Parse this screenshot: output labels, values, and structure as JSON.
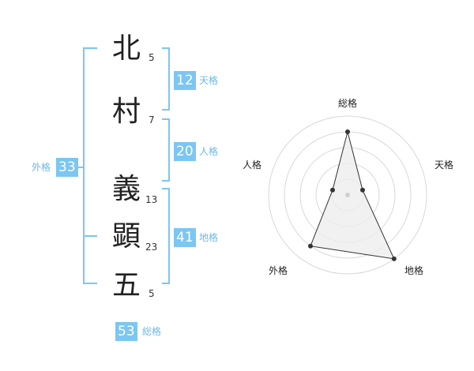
{
  "characters": [
    {
      "char": "北",
      "strokes": "5"
    },
    {
      "char": "村",
      "strokes": "7"
    },
    {
      "char": "義",
      "strokes": "13"
    },
    {
      "char": "顕",
      "strokes": "23"
    },
    {
      "char": "五",
      "strokes": "5"
    }
  ],
  "kakusu": {
    "tenkaku": {
      "value": "12",
      "label": "天格"
    },
    "jinkaku": {
      "value": "20",
      "label": "人格"
    },
    "chikaku": {
      "value": "41",
      "label": "地格"
    },
    "gaikaku": {
      "value": "33",
      "label": "外格"
    },
    "soukaku": {
      "value": "53",
      "label": "総格"
    }
  },
  "radar": {
    "axes": [
      "総格",
      "天格",
      "地格",
      "外格",
      "人格"
    ],
    "levels": [
      4,
      1,
      5,
      4,
      1
    ],
    "max": 5,
    "colors": {
      "grid": "#d8d8d8",
      "fill": "#eeeeee",
      "line": "#333333",
      "point": "#333333"
    }
  },
  "colors": {
    "accent": "#7cc6f2",
    "text": "#222222"
  }
}
